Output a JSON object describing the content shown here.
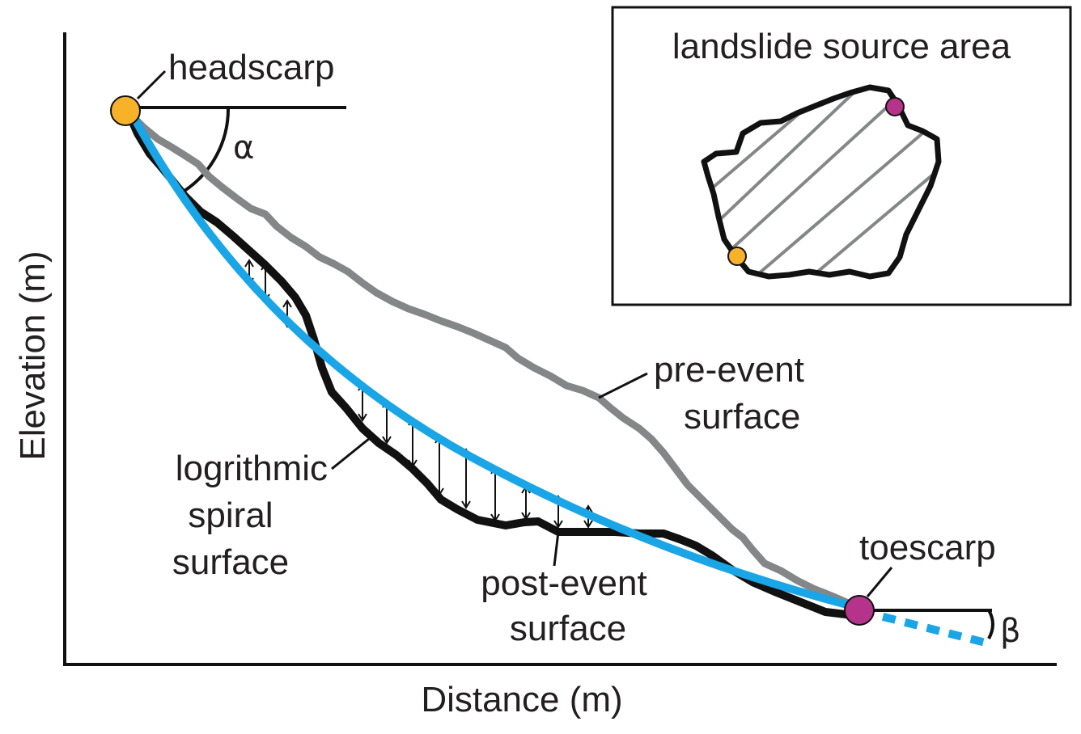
{
  "axes": {
    "x_label": "Distance (m)",
    "y_label": "Elevation (m)"
  },
  "labels": {
    "headscarp": "headscarp",
    "toescarp": "toescarp",
    "alpha": "α",
    "beta": "β",
    "pre_event": [
      "pre-event",
      "surface"
    ],
    "post_event": [
      "post-event",
      "surface"
    ],
    "log_spiral": [
      "logrithmic",
      "spiral",
      "surface"
    ]
  },
  "inset": {
    "title": "landslide source area"
  },
  "colors": {
    "headscarp_point": "#f8b22a",
    "toescarp_point": "#b5338a",
    "log_spiral_surface": "#1aa5e6",
    "pre_event_surface": "#858688",
    "post_event_surface": "#111111"
  }
}
